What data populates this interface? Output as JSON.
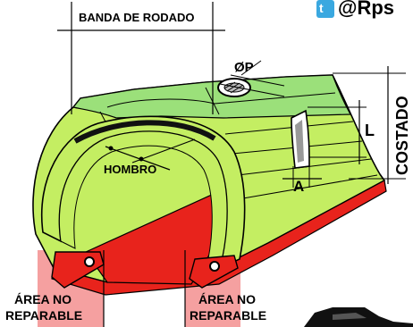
{
  "watermark": {
    "handle": "@Rps",
    "icon": "twitter-bird-icon"
  },
  "labels": {
    "tread_band": "BANDA DE RODADO",
    "shoulder": "HOMBRO",
    "diameter_p": "ØP",
    "sidewall": "COSTADO",
    "dim_l": "L",
    "dim_a": "A",
    "non_repairable_left_1": "ÁREA NO",
    "non_repairable_left_2": "REPARABLE",
    "non_repairable_right_1": "ÁREA NO",
    "non_repairable_right_2": "REPARABLE"
  },
  "colors": {
    "tire_green": "#c4ee62",
    "tread_green": "#9be07a",
    "bead_red": "#e8231c",
    "zone_pink": "#f5a0a0",
    "outline": "#000000"
  }
}
